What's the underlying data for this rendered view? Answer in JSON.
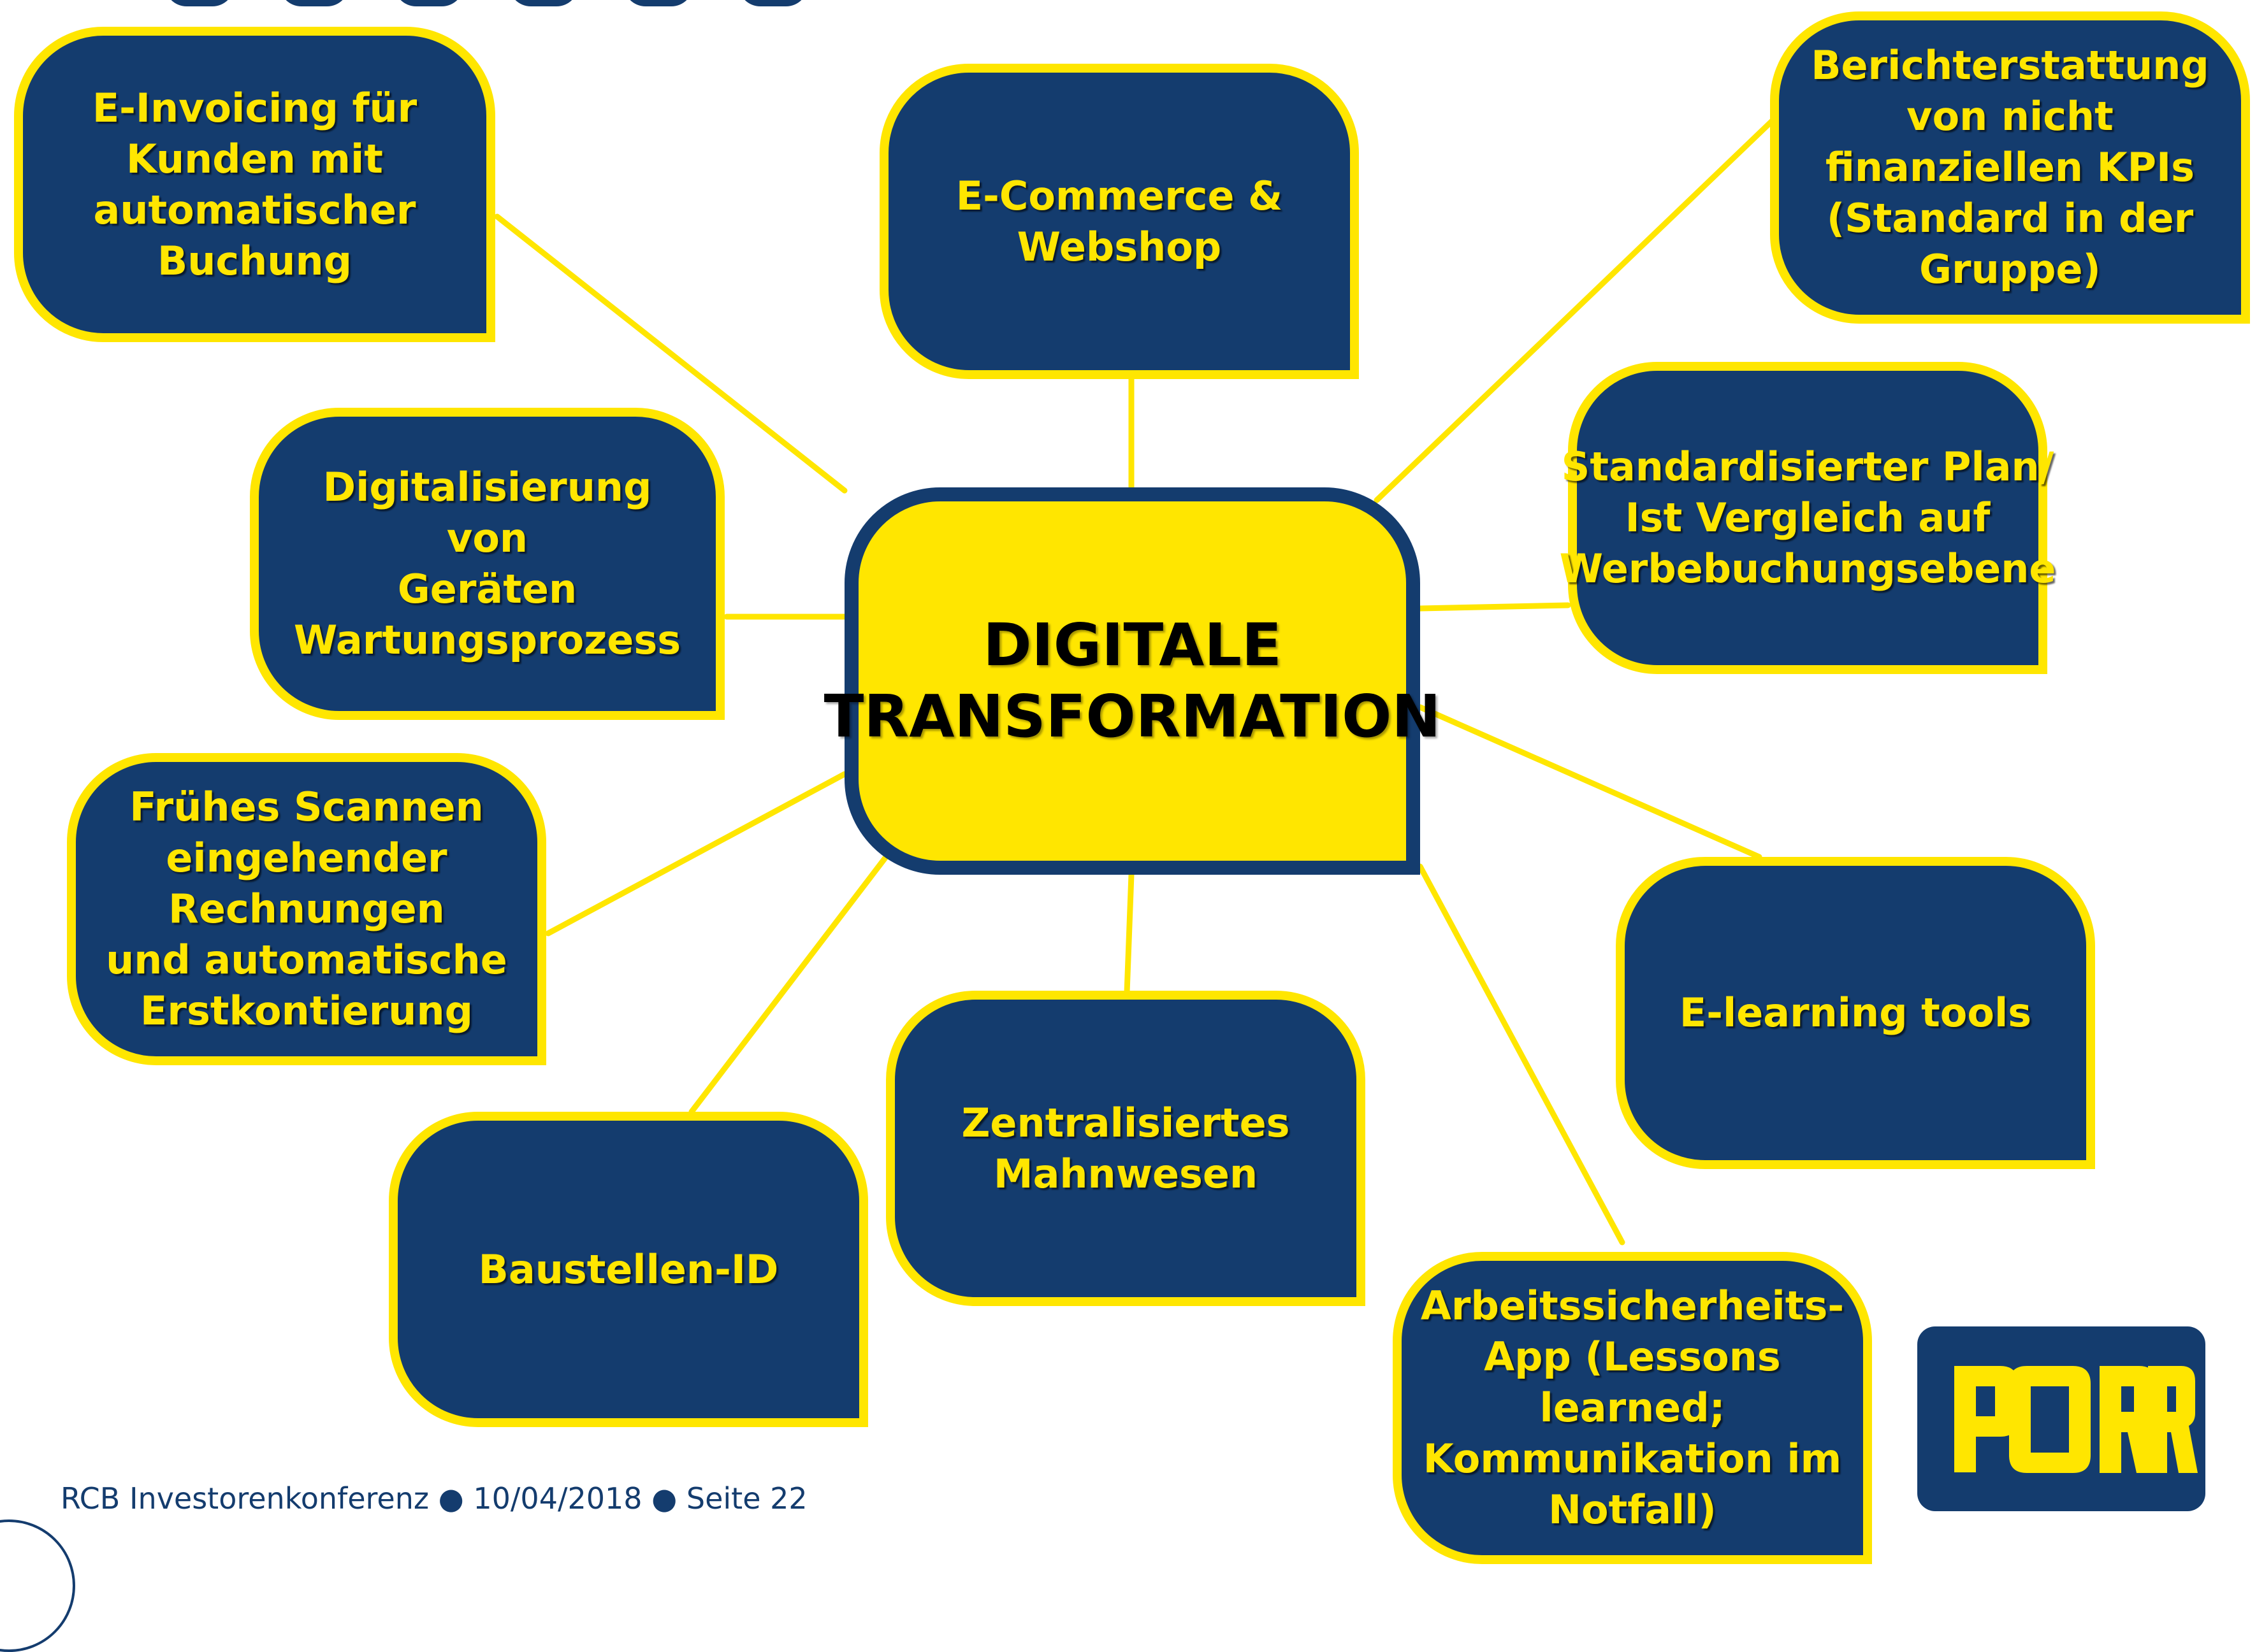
{
  "center": "DIGITALE\nTRANSFORMATION",
  "nodes": {
    "einvoicing": "E-Invoicing für\nKunden mit\nautomatischer\nBuchung",
    "ecommerce": "E-Commerce &\nWebshop",
    "berichterstattung": "Berichterstattung\nvon nicht\nfinanziellen KPIs\n(Standard in der\nGruppe)",
    "digitalisierung": "Digitalisierung von\nGeräten\nWartungsprozess",
    "plan_ist": "Standardisierter Plan/\nIst Vergleich auf\nWerbebuchungsebene",
    "scannen": "Frühes Scannen\neingehender\nRechnungen\nund automatische\nErstkontierung",
    "elearning": "E-learning tools",
    "baustellen": "Baustellen-ID",
    "mahnwesen": "Zentralisiertes\nMahnwesen",
    "arbeitssicherheit": "Arbeitssicherheits-\nApp (Lessons\nlearned;\nKommunikation im\nNotfall)"
  },
  "footer": "RCB Investorenkonferenz ● 10/04/2018 ● Seite 22",
  "logo_text": "PORR",
  "colors": {
    "navy": "#143c6e",
    "yellow": "#ffe600"
  }
}
